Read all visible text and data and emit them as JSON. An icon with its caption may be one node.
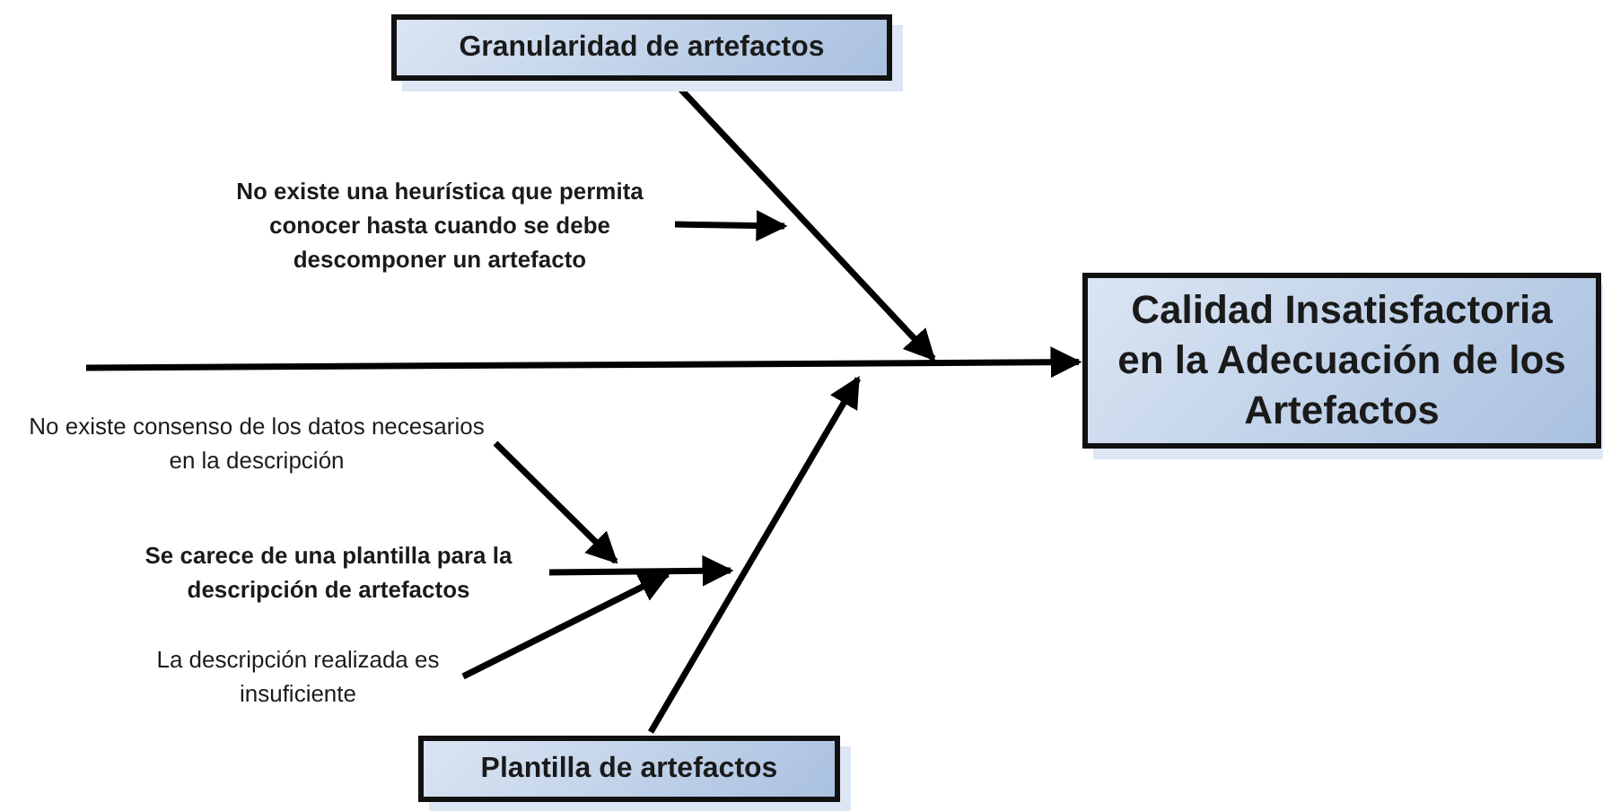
{
  "diagram": {
    "nodes": [
      {
        "text": [
          "Calidad Insatisfactoria en la Adecuación de los Artefactos"
        ]
      },
      {
        "text": [
          "Granularidad de artefactos"
        ]
      },
      {
        "text": [
          "Plantilla de artefactos"
        ]
      },
      {
        "text": [
          "No existe una heurística que permita conocer hasta cuando se debe descomponer un artefacto"
        ]
      },
      {
        "text": [
          "No existe consenso de los datos necesarios en la descripción"
        ]
      },
      {
        "text": [
          "Se carece de una plantilla para la descripción de artefactos"
        ]
      },
      {
        "text": [
          "La descripción realizada es insuficiente"
        ]
      }
    ],
    "edges": [
      {
        "from": null,
        "to": 0,
        "arrow": "to"
      },
      {
        "from": 1,
        "to": null,
        "arrow": "to"
      },
      {
        "from": 2,
        "to": null,
        "arrow": "to"
      },
      {
        "from": 3,
        "to": null,
        "arrow": "to"
      },
      {
        "from": 4,
        "to": null,
        "arrow": "to"
      },
      {
        "from": 5,
        "to": null,
        "arrow": "to"
      },
      {
        "from": 6,
        "to": null,
        "arrow": "to"
      }
    ]
  }
}
